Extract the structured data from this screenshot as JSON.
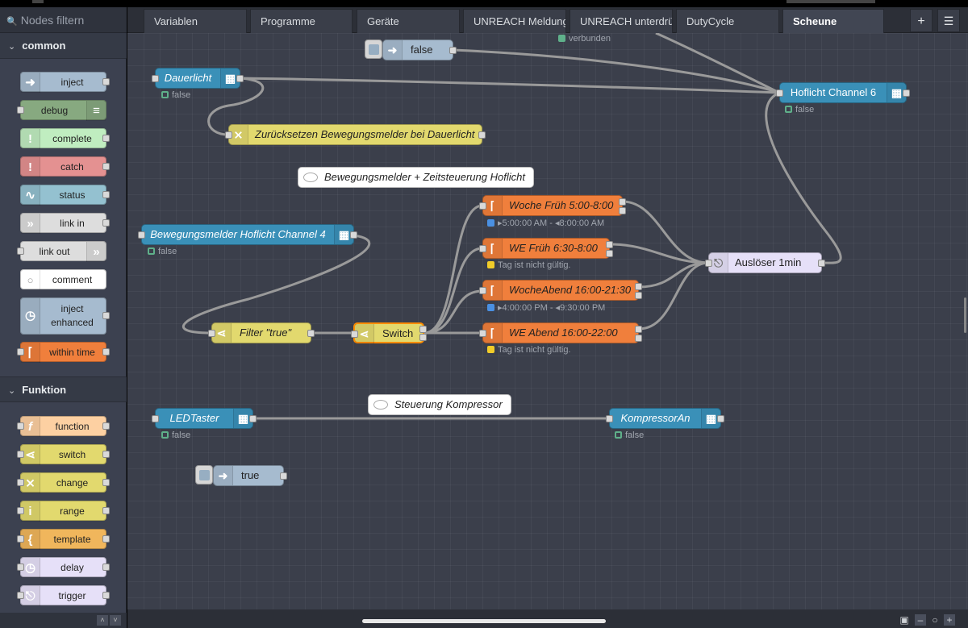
{
  "palette": {
    "filter_placeholder": "Nodes filtern",
    "categories": [
      {
        "label": "common",
        "nodes": [
          {
            "label": "inject",
            "color": "#a6bbcf",
            "icon": "arrow-right-icon"
          },
          {
            "label": "debug",
            "color": "#87a980",
            "icon": "list-icon"
          },
          {
            "label": "complete",
            "color": "#c0edc0",
            "icon": "exclamation-icon"
          },
          {
            "label": "catch",
            "color": "#e49191",
            "icon": "exclamation-icon"
          },
          {
            "label": "status",
            "color": "#94c1d0",
            "icon": "pulse-icon"
          },
          {
            "label": "link in",
            "color": "#dddddd",
            "icon": "link-in-icon"
          },
          {
            "label": "link out",
            "color": "#dddddd",
            "icon": "link-out-icon"
          },
          {
            "label": "comment",
            "color": "#ffffff",
            "icon": "comment-icon"
          },
          {
            "label": "inject enhanced",
            "color": "#a6bbcf",
            "icon": "clock-icon"
          },
          {
            "label": "within time",
            "color": "#f07f3c",
            "icon": "switch-clock-icon"
          }
        ]
      },
      {
        "label": "Funktion",
        "nodes": [
          {
            "label": "function",
            "color": "#fdd0a2",
            "icon": "function-icon"
          },
          {
            "label": "switch",
            "color": "#e2d96e",
            "icon": "switch-icon"
          },
          {
            "label": "change",
            "color": "#e2d96e",
            "icon": "shuffle-icon"
          },
          {
            "label": "range",
            "color": "#e2d96e",
            "icon": "range-icon"
          },
          {
            "label": "template",
            "color": "#f0b65c",
            "icon": "template-icon"
          },
          {
            "label": "delay",
            "color": "#e6e0f8",
            "icon": "timer-icon"
          },
          {
            "label": "trigger",
            "color": "#e6e0f8",
            "icon": "trigger-icon"
          }
        ]
      }
    ]
  },
  "tabs": [
    {
      "label": "Variablen"
    },
    {
      "label": "Programme"
    },
    {
      "label": "Geräte"
    },
    {
      "label": "UNREACH Meldungen"
    },
    {
      "label": "UNREACH unterdrücken"
    },
    {
      "label": "DutyCycle"
    },
    {
      "label": "Scheune",
      "active": true
    }
  ],
  "tab_buttons": {
    "add": "+",
    "list": "☰"
  },
  "flow": {
    "top_status": "verbunden",
    "nodes": {
      "inject_false": {
        "label": "false"
      },
      "dauerlicht": {
        "label": "Dauerlicht",
        "status": "false"
      },
      "zuruecksetzen": {
        "label": "Zurücksetzen Bewegungsmelder bei Dauerlicht"
      },
      "hoflicht6": {
        "label": "Hoflicht Channel 6",
        "status": "false"
      },
      "bewegungsmelder": {
        "label": "Bewegungsmelder Hoflicht Channel 4",
        "status": "false"
      },
      "woche_frueh": {
        "label": "Woche Früh 5:00-8:00",
        "status": "▸5:00:00 AM - ◂8:00:00 AM"
      },
      "we_frueh": {
        "label": "WE Früh 6:30-8:00",
        "status": "Tag ist nicht gültig."
      },
      "woche_abend": {
        "label": "WocheAbend 16:00-21:30",
        "status": "▸4:00:00 PM - ◂9:30:00 PM"
      },
      "we_abend": {
        "label": "WE Abend 16:00-22:00",
        "status": "Tag ist nicht gültig."
      },
      "ausloeser": {
        "label": "Auslöser 1min"
      },
      "filter_true": {
        "label": "Filter \"true\""
      },
      "switch": {
        "label": "Switch"
      },
      "ledtaster": {
        "label": "LEDTaster",
        "status": "false"
      },
      "kompressor_an": {
        "label": "KompressorAn",
        "status": "false"
      },
      "inject_true": {
        "label": "true"
      }
    },
    "comments": {
      "bewegung": "Bewegungsmelder + Zeitsteuerung Hoflicht",
      "kompressor": "Steuerung Kompressor"
    }
  },
  "colors": {
    "ccu": "#3a90b8",
    "inject": "#a6bbcf",
    "change": "#e2d96e",
    "within_time": "#f07f3c",
    "trigger": "#e6e0f8",
    "wire": "#9a9a9a"
  }
}
